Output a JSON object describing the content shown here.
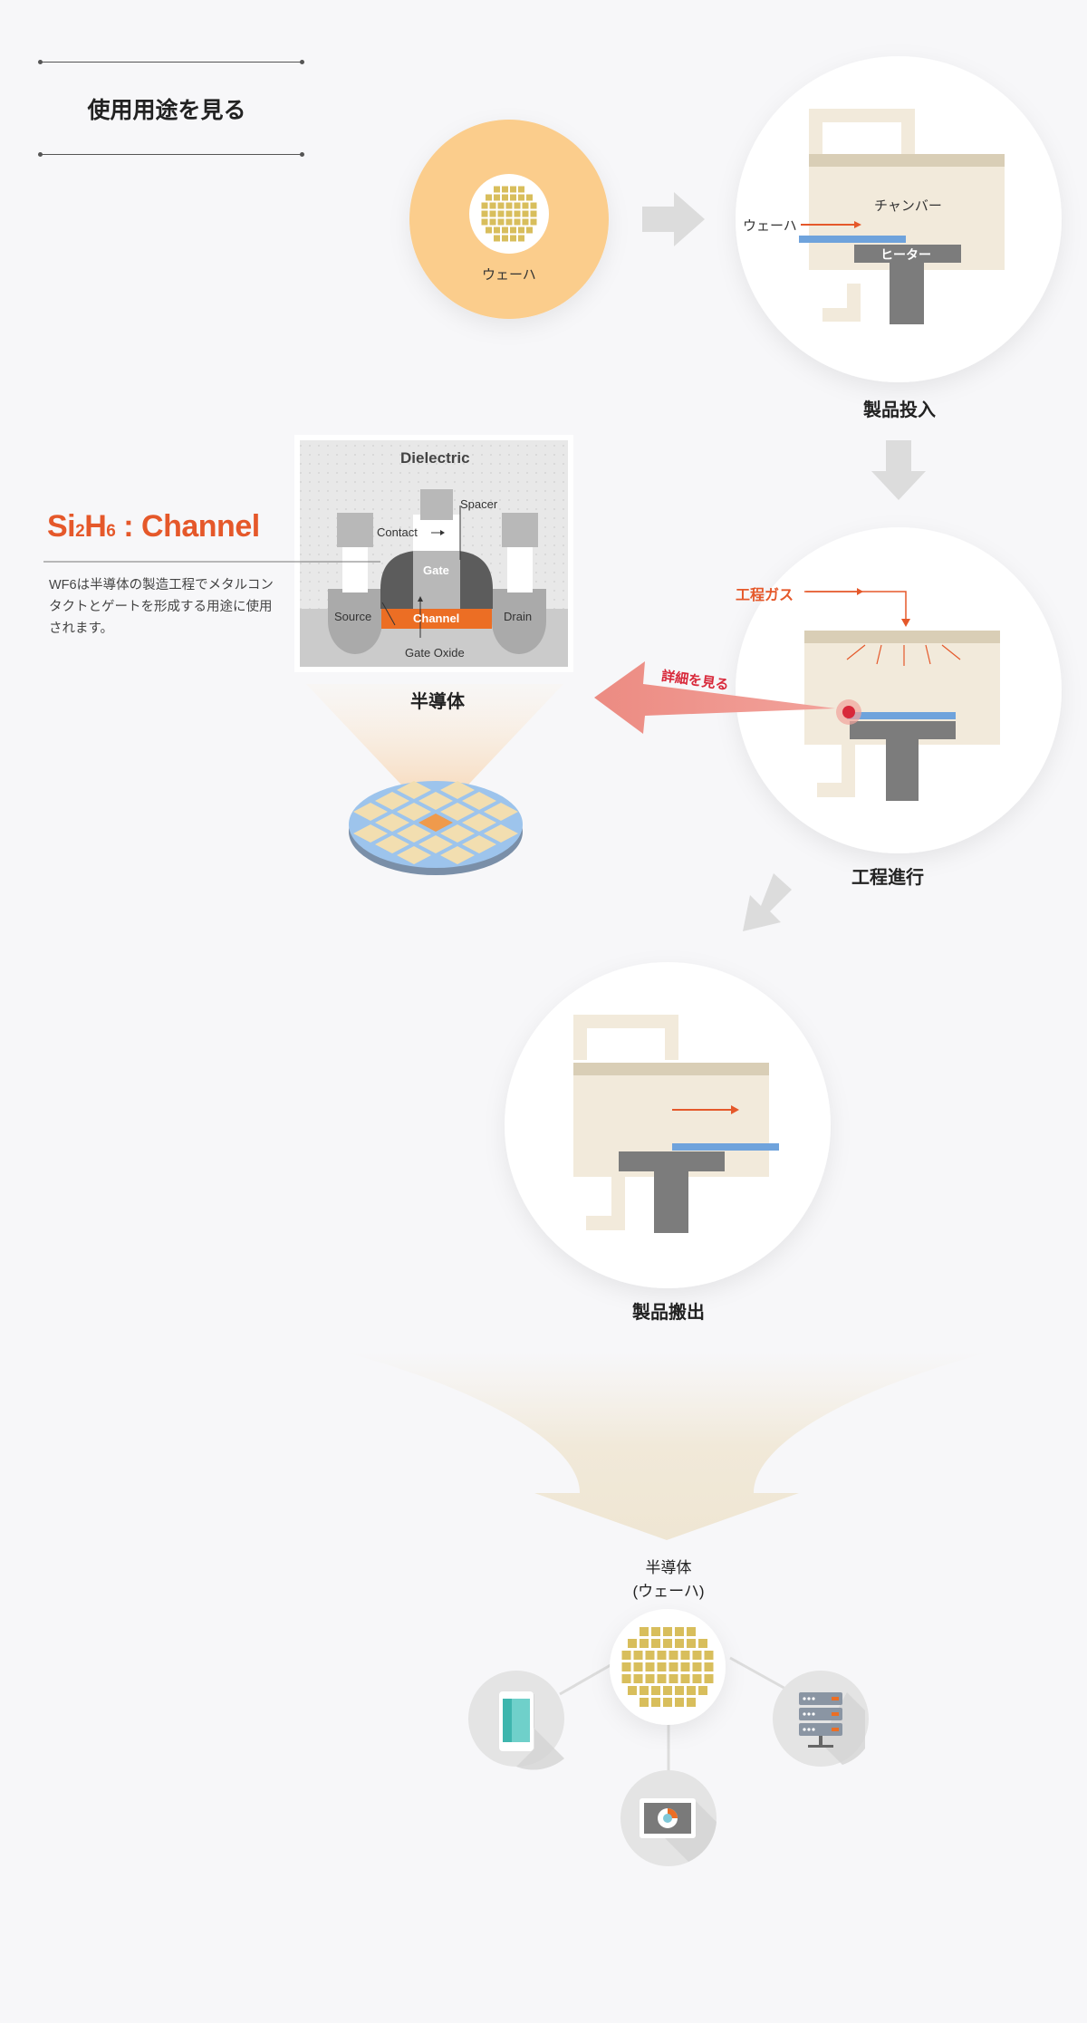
{
  "section_title": "使用用途を見る",
  "steps": {
    "wafer_label": "ウェーハ",
    "step1_caption": "製品投入",
    "step2_caption": "工程進行",
    "step3_caption": "製品搬出"
  },
  "chamber": {
    "wafer_label": "ウェーハ",
    "chamber_label": "チャンバー",
    "heater_label": "ヒーター",
    "gas_label": "工程ガス",
    "detail_label": "詳細を見る"
  },
  "transistor": {
    "dielectric": "Dielectric",
    "contact": "Contact",
    "spacer": "Spacer",
    "gate": "Gate",
    "source": "Source",
    "drain": "Drain",
    "channel": "Channel",
    "gate_oxide": "Gate Oxide",
    "caption": "半導体"
  },
  "material": {
    "formula_si": "Si",
    "formula_sub1": "2",
    "formula_h": "H",
    "formula_sub2": "6",
    "formula_rest": " : Channel",
    "description": "WF6は半導体の製造工程でメタルコンタクトとゲートを形成する用途に使用されます。"
  },
  "result": {
    "label_line1": "半導体",
    "label_line2": "(ウェーハ)"
  },
  "colors": {
    "accent_orange": "#e5582a",
    "wafer_circle": "#fbcd8c",
    "wafer_chip": "#d8be5c",
    "chamber_fill": "#f2eadb",
    "heater_gray": "#7c7c7c",
    "wafer_blue": "#6fa3dc",
    "detail_arrow": "#ee8f88"
  },
  "icons": [
    "wafer-icon",
    "smartphone-icon",
    "tablet-icon",
    "server-icon"
  ]
}
